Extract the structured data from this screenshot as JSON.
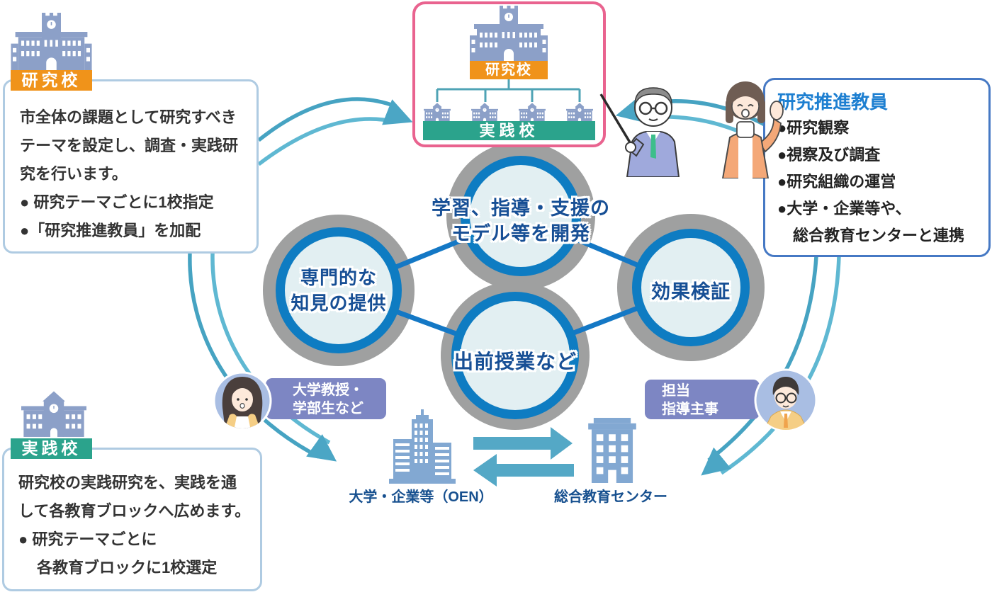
{
  "research_school_box": {
    "badge": "研究校",
    "line1": "市全体の課題として研究すべき",
    "line2": "テーマを設定し、調査・実践研",
    "line3": "究を行います。",
    "bullet1": "● 研究テーマごとに1校指定",
    "bullet2": "●「研究推進教員」を加配"
  },
  "practice_school_box": {
    "badge": "実践校",
    "line1": "研究校の実践研究を、実践を通",
    "line2": "して各教育ブロックへ広めます。",
    "bullet1": "● 研究テーマごとに",
    "bullet1_cont": "各教育ブロックに1校選定"
  },
  "org_chart": {
    "parent_label": "研究校",
    "children_label": "実践校"
  },
  "promoter_box": {
    "title": "研究推進教員",
    "bullet1": "●研究観察",
    "bullet2": "●視察及び調査",
    "bullet3": "●研究組織の運営",
    "bullet4": "●大学・企業等や、",
    "bullet4_cont": "総合教育センターと連携"
  },
  "circles": {
    "develop_line1": "学習、指導・支援の",
    "develop_line2": "モデル等を開発",
    "expertise_line1": "専門的な",
    "expertise_line2": "知見の提供",
    "verification": "効果検証",
    "lessons": "出前授業など"
  },
  "role_badges": {
    "professor_line1": "大学教授・",
    "professor_line2": "学部生など",
    "supervisor_line1": "担当",
    "supervisor_line2": "指導主事"
  },
  "bottom_labels": {
    "university": "大学・企業等（OEN）",
    "center": "総合教育センター"
  },
  "icons": {
    "top_left": "university-building-icon",
    "bottom_left": "school-building-icon",
    "org_parent": "university-building-icon",
    "org_children": "school-building-icon",
    "university_company": "tower-building-icon",
    "education_center": "office-building-icon",
    "professor_avatar": "woman-avatar-icon",
    "supervisor_avatar": "man-glasses-avatar-icon",
    "pointing_man": "man-with-pointer-illustration",
    "waving_woman": "waving-woman-illustration"
  },
  "colors": {
    "orange_badge": "#F0931A",
    "teal_badge": "#2BA38C",
    "pink_border": "#E9638F",
    "blue_ring": "#0E7CC2",
    "circle_fill": "#E2EFF2",
    "gray_ring": "#9FA0A0",
    "circle_text": "#174F95",
    "arc_teal": "#46A3C2",
    "arc_teal_light": "#5FB8D2",
    "arrow_teal": "#54A8C6",
    "purple_badge": "#7D86C3",
    "navy_label": "#17508F",
    "title_blue": "#1D7FD1",
    "box_border_light": "#AFCBE2",
    "box_border_blue": "#4679C4",
    "building_icon": "#8CA0C8",
    "bottom_building": "#82A8D2",
    "connector_teal": "#4FA3B5",
    "link_blue": "#1478C5"
  }
}
